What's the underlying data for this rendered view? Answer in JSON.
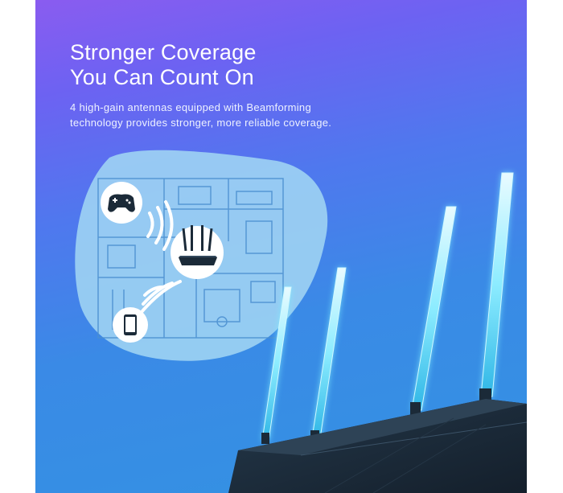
{
  "headline": {
    "line1": "Stronger Coverage",
    "line2": "You Can Count On"
  },
  "description": {
    "line1": "4 high-gain antennas equipped with Beamforming",
    "line2": "technology provides stronger, more reliable coverage."
  },
  "icons": {
    "gamepad": "gamepad-icon",
    "phone": "smartphone-icon",
    "router": "router-icon",
    "wifi_waves": "wifi-wave-icon"
  },
  "colors": {
    "gradient_top": "#8a5cf0",
    "gradient_bottom": "#3392e2",
    "coverage_blob": "#9fd3f3",
    "antenna_glow": "#6ee8ff",
    "router_body": "#1b2a38"
  }
}
